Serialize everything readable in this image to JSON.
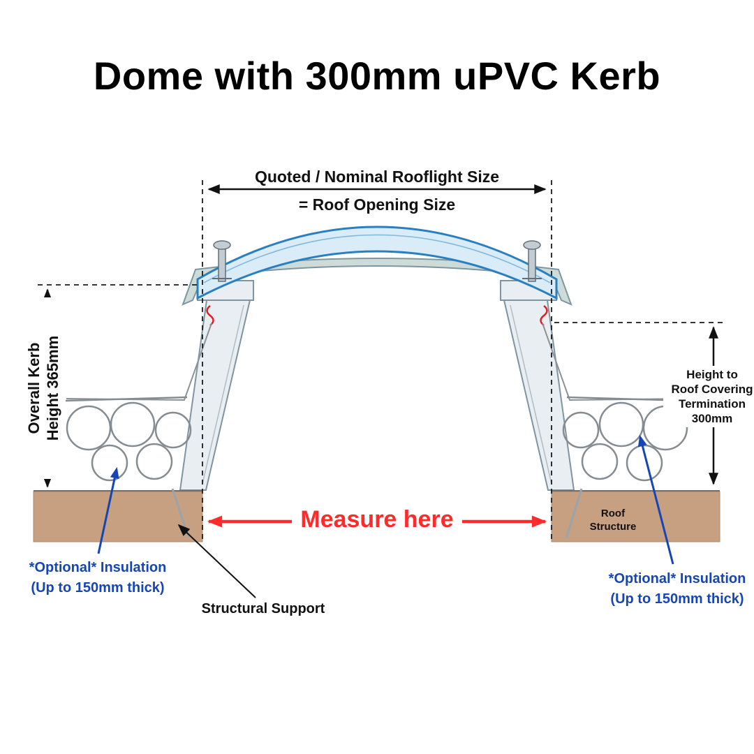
{
  "title": "Dome with 300mm uPVC Kerb",
  "annotations": {
    "quoted_size_line1": "Quoted / Nominal Rooflight Size",
    "quoted_size_line2": "= Roof Opening Size",
    "overall_kerb_height": "Overall Kerb\nHeight 365mm",
    "height_to_roof_covering": "Height to\nRoof Covering\nTermination\n300mm",
    "measure_here": "Measure here",
    "roof_structure": "Roof\nStructure",
    "optional_insulation_left": "*Optional* Insulation\n(Up to 150mm thick)",
    "optional_insulation_right": "*Optional* Insulation\n(Up to 150mm thick)",
    "structural_support": "Structural Support"
  },
  "colors": {
    "dimension_black": "#111111",
    "measure_red": "#ff2b2b",
    "insulation_label_blue": "#1646b5",
    "dome_stroke_blue": "#2a7fc1",
    "dome_fill": "#d9ecf8",
    "kerb_fill": "#e9eef2",
    "frame_band_fill": "#cddcd9",
    "roof_structure_fill": "#c79f81",
    "clip_red": "#e02020"
  }
}
